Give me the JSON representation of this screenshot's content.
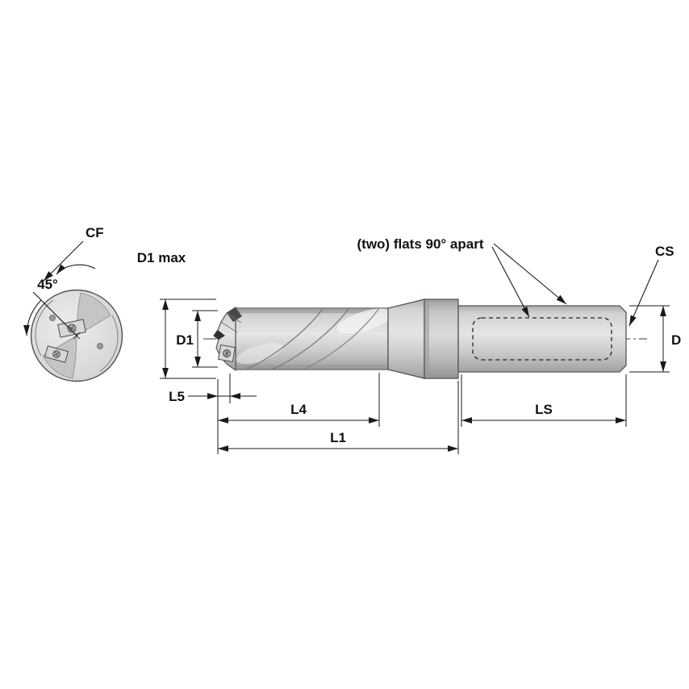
{
  "diagram": {
    "callouts": {
      "cf": "CF",
      "angle": "45°",
      "flats": "(two) flats 90° apart",
      "cs": "CS"
    },
    "dimensions": {
      "d1_max": "D1 max",
      "d1": "D1",
      "d": "D",
      "l5": "L5",
      "l4": "L4",
      "l1": "L1",
      "ls": "LS"
    },
    "colors": {
      "background": "#ffffff",
      "body_fill": "#cdcfd0",
      "outline": "#54575a",
      "dimension_lines": "#1a1a1a"
    }
  }
}
